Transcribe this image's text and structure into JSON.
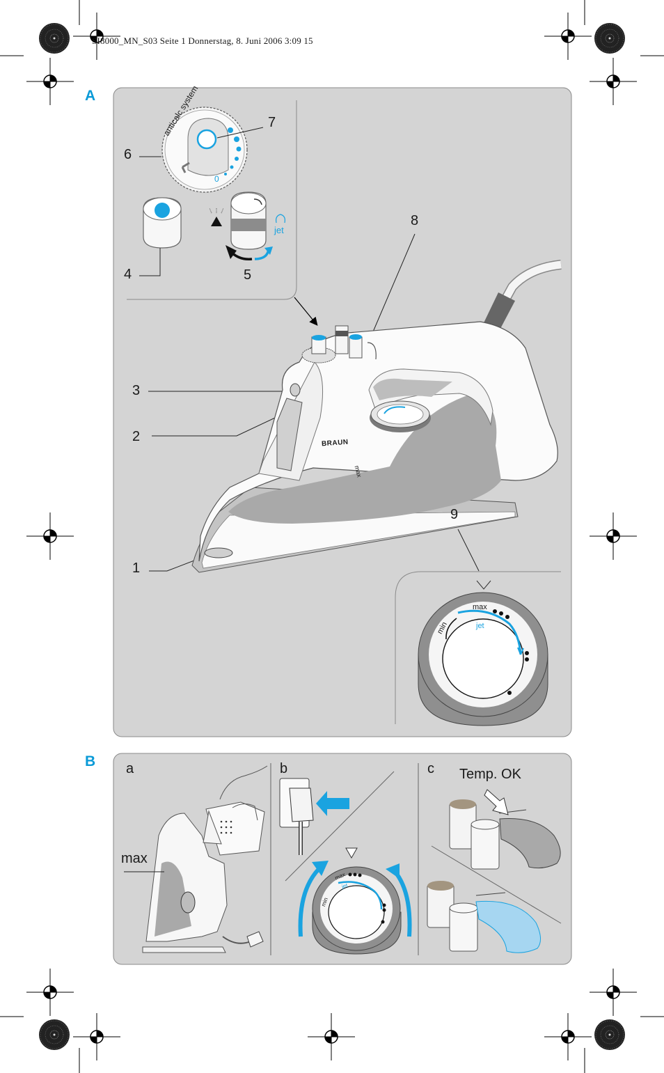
{
  "header": {
    "text": "SI8000_MN_S03  Seite 1  Donnerstag, 8. Juni 2006  3:09 15"
  },
  "section_a": {
    "letter": "A",
    "callouts": [
      "1",
      "2",
      "3",
      "4",
      "5",
      "6",
      "7",
      "8",
      "9"
    ],
    "dial_text": "anticalc system",
    "dial_zero": "0",
    "jet_label": "jet",
    "brand": "BRAUN",
    "max_mark": "max",
    "temp_dial": {
      "min": "min",
      "max": "max",
      "jet": "jet"
    }
  },
  "section_b": {
    "letter": "B",
    "panel_a": {
      "letter": "a",
      "max_label": "max"
    },
    "panel_b": {
      "letter": "b",
      "dial_min": "min",
      "dial_max": "max",
      "dial_jet": "jet"
    },
    "panel_c": {
      "letter": "c",
      "temp_label": "Temp. OK"
    }
  },
  "colors": {
    "accent": "#1aa3e0",
    "panel": "#d4d4d4",
    "panel_border": "#8a8a8a",
    "gray_mid": "#9b9b9b",
    "sole": "#a9a9a9"
  }
}
